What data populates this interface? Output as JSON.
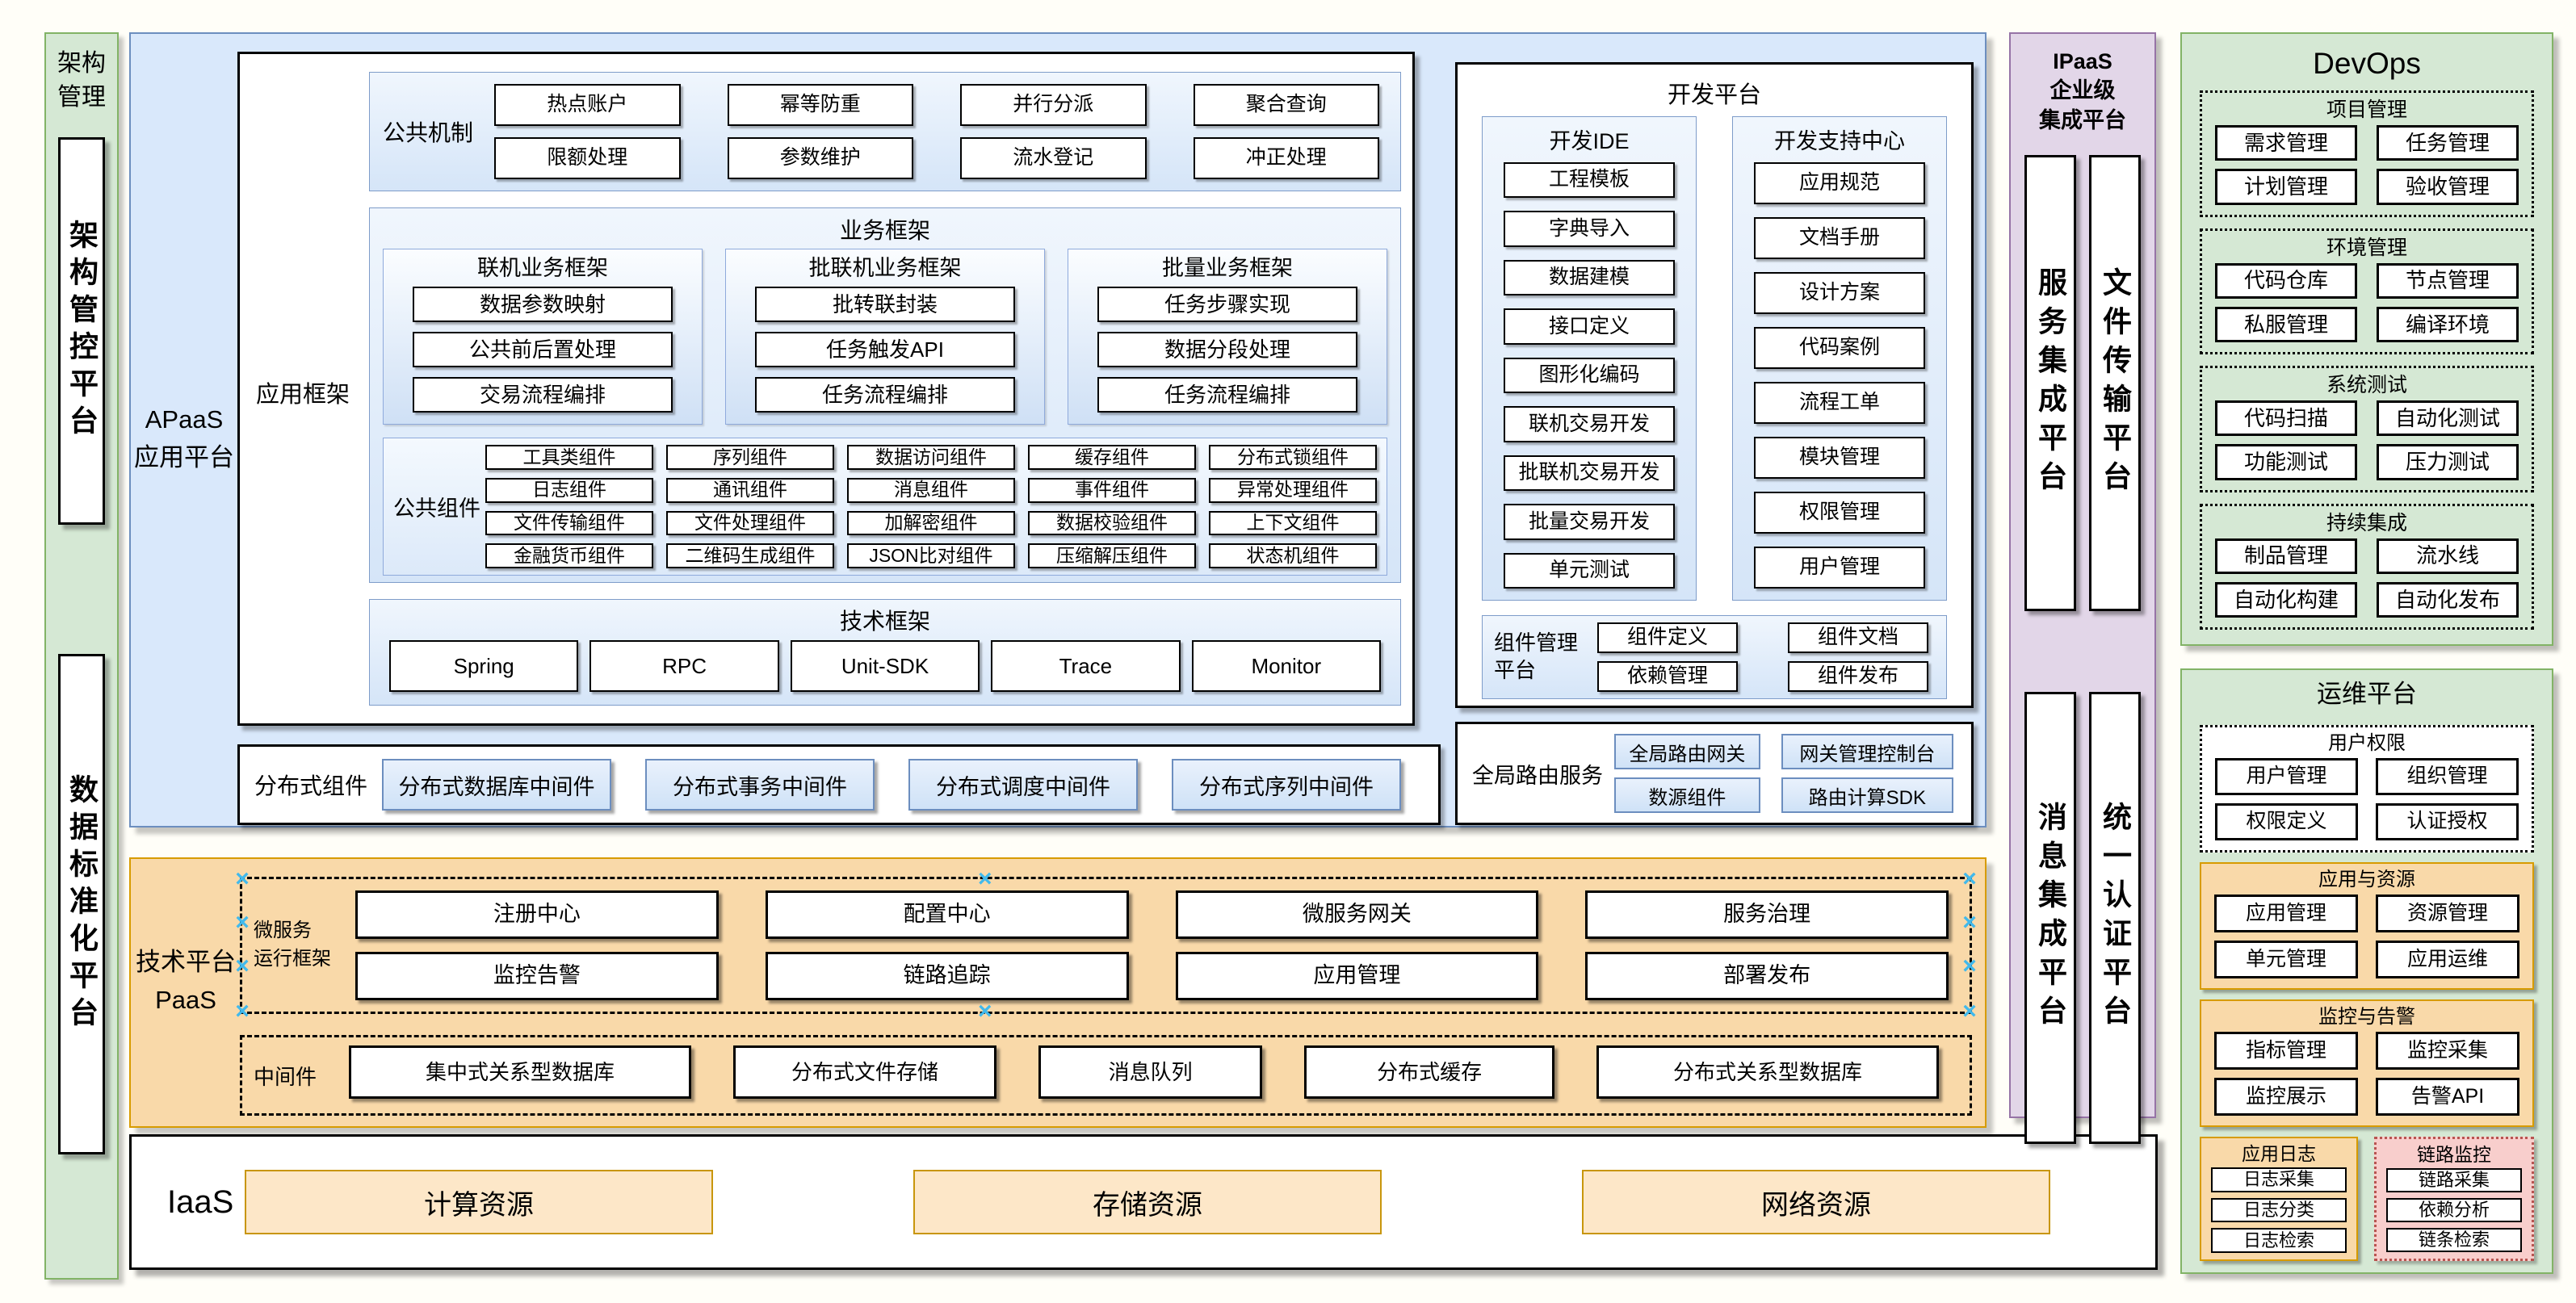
{
  "colors": {
    "blue_fill": "#DAE8FC",
    "blue_border": "#6C8EBF",
    "green_fill": "#D5E8D4",
    "green_border": "#82B366",
    "purple_fill": "#E1D5E7",
    "purple_border": "#9673A6",
    "orange_fill": "#F9D9A9",
    "orange_border": "#D79B00",
    "pink_fill": "#F8CECC",
    "pink_border": "#B85450",
    "selection_handle": "#41B9EC"
  },
  "sidebar_left": {
    "title": "架构\n管理",
    "arch_box": "架构管控平台",
    "data_box": "数据标准化平台"
  },
  "apaas": {
    "label": "APaaS\n应用平台",
    "app_framework": {
      "label": "应用框架",
      "common_mechanism": {
        "label": "公共机制",
        "items": [
          "热点账户",
          "幂等防重",
          "并行分派",
          "聚合查询",
          "限额处理",
          "参数维护",
          "流水登记",
          "冲正处理"
        ]
      },
      "business_framework": {
        "title": "业务框架",
        "columns": [
          {
            "title": "联机业务框架",
            "items": [
              "数据参数映射",
              "公共前后置处理",
              "交易流程编排"
            ]
          },
          {
            "title": "批联机业务框架",
            "items": [
              "批转联封装",
              "任务触发API",
              "任务流程编排"
            ]
          },
          {
            "title": "批量业务框架",
            "items": [
              "任务步骤实现",
              "数据分段处理",
              "任务流程编排"
            ]
          }
        ],
        "common_components": {
          "label": "公共组件",
          "items": [
            "工具类组件",
            "序列组件",
            "数据访问组件",
            "缓存组件",
            "分布式锁组件",
            "日志组件",
            "通讯组件",
            "消息组件",
            "事件组件",
            "异常处理组件",
            "文件传输组件",
            "文件处理组件",
            "加解密组件",
            "数据校验组件",
            "上下文组件",
            "金融货币组件",
            "二维码生成组件",
            "JSON比对组件",
            "压缩解压组件",
            "状态机组件"
          ]
        }
      },
      "tech_framework": {
        "title": "技术框架",
        "items": [
          "Spring",
          "RPC",
          "Unit-SDK",
          "Trace",
          "Monitor"
        ]
      }
    },
    "distributed": {
      "label": "分布式组件",
      "items": [
        "分布式数据库中间件",
        "分布式事务中间件",
        "分布式调度中间件",
        "分布式序列中间件"
      ]
    },
    "dev_platform": {
      "title": "开发平台",
      "ide": {
        "title": "开发IDE",
        "items": [
          "工程模板",
          "字典导入",
          "数据建模",
          "接口定义",
          "图形化编码",
          "联机交易开发",
          "批联机交易开发",
          "批量交易开发",
          "单元测试"
        ]
      },
      "support": {
        "title": "开发支持中心",
        "items": [
          "应用规范",
          "文档手册",
          "设计方案",
          "代码案例",
          "流程工单",
          "模块管理",
          "权限管理",
          "用户管理"
        ]
      },
      "component_mgmt": {
        "label": "组件管理\n平台",
        "items": [
          "组件定义",
          "组件文档",
          "依赖管理",
          "组件发布"
        ]
      }
    },
    "global_routing": {
      "label": "全局路由服务",
      "items": [
        "全局路由网关",
        "网关管理控制台",
        "数源组件",
        "路由计算SDK"
      ]
    }
  },
  "paas": {
    "label": "技术平台\nPaaS",
    "microservice_framework": {
      "label": "微服务\n运行框架",
      "items": [
        "注册中心",
        "配置中心",
        "微服务网关",
        "服务治理",
        "监控告警",
        "链路追踪",
        "应用管理",
        "部署发布"
      ]
    },
    "middleware": {
      "label": "中间件",
      "items": [
        "集中式关系型数据库",
        "分布式文件存储",
        "消息队列",
        "分布式缓存",
        "分布式关系型数据库"
      ]
    }
  },
  "iaas": {
    "label": "IaaS",
    "items": [
      "计算资源",
      "存储资源",
      "网络资源"
    ]
  },
  "ipaas": {
    "title": "IPaaS\n企业级\n集成平台",
    "top_platforms": [
      "服务集成平台",
      "文件传输平台"
    ],
    "bottom_platforms": [
      "消息集成平台",
      "统一认证平台"
    ]
  },
  "devops": {
    "title": "DevOps",
    "groups": [
      {
        "title": "项目管理",
        "items": [
          "需求管理",
          "任务管理",
          "计划管理",
          "验收管理"
        ]
      },
      {
        "title": "环境管理",
        "items": [
          "代码仓库",
          "节点管理",
          "私服管理",
          "编译环境"
        ]
      },
      {
        "title": "系统测试",
        "items": [
          "代码扫描",
          "自动化测试",
          "功能测试",
          "压力测试"
        ]
      },
      {
        "title": "持续集成",
        "items": [
          "制品管理",
          "流水线",
          "自动化构建",
          "自动化发布"
        ]
      }
    ]
  },
  "ops": {
    "title": "运维平台",
    "user_perm": {
      "title": "用户权限",
      "items": [
        "用户管理",
        "组织管理",
        "权限定义",
        "认证授权"
      ]
    },
    "app_res": {
      "title": "应用与资源",
      "items": [
        "应用管理",
        "资源管理",
        "单元管理",
        "应用运维"
      ]
    },
    "monitor": {
      "title": "监控与告警",
      "items": [
        "指标管理",
        "监控采集",
        "监控展示",
        "告警API"
      ]
    },
    "app_log": {
      "title": "应用日志",
      "items": [
        "日志采集",
        "日志分类",
        "日志检索"
      ]
    },
    "trace_monitor": {
      "title": "链路监控",
      "items": [
        "链路采集",
        "依赖分析",
        "链条检索"
      ]
    }
  }
}
